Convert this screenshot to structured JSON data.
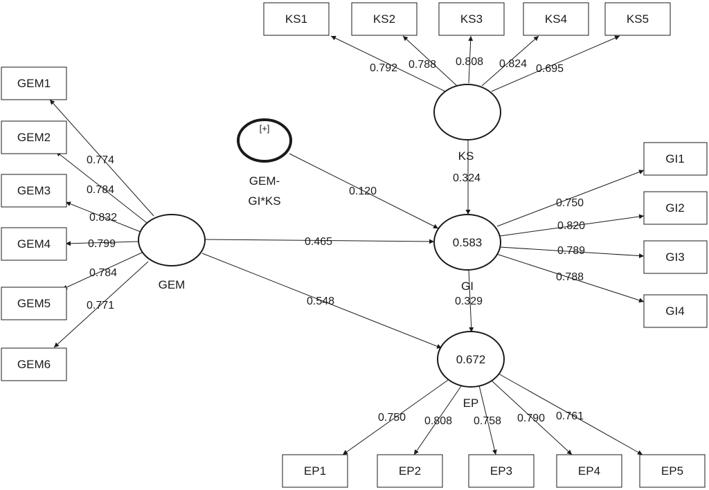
{
  "latent_variables": {
    "KS": {
      "name": "KS",
      "r2": ""
    },
    "GEM": {
      "name": "GEM",
      "r2": ""
    },
    "GI": {
      "name": "GI",
      "r2": "0.583"
    },
    "EP": {
      "name": "EP",
      "r2": "0.672"
    },
    "INT": {
      "name_line1": "GEM-",
      "name_line2": "GI*KS",
      "marker": "[+]"
    }
  },
  "indicators": {
    "KS": [
      {
        "label": "KS1",
        "loading": "0.792"
      },
      {
        "label": "KS2",
        "loading": "0.788"
      },
      {
        "label": "KS3",
        "loading": "0.808"
      },
      {
        "label": "KS4",
        "loading": "0.824"
      },
      {
        "label": "KS5",
        "loading": "0.695"
      }
    ],
    "GEM": [
      {
        "label": "GEM1",
        "loading": "0.774"
      },
      {
        "label": "GEM2",
        "loading": "0.784"
      },
      {
        "label": "GEM3",
        "loading": "0.832"
      },
      {
        "label": "GEM4",
        "loading": "0.799"
      },
      {
        "label": "GEM5",
        "loading": "0.784"
      },
      {
        "label": "GEM6",
        "loading": "0.771"
      }
    ],
    "GI": [
      {
        "label": "GI1",
        "loading": "0.750"
      },
      {
        "label": "GI2",
        "loading": "0.820"
      },
      {
        "label": "GI3",
        "loading": "0.789"
      },
      {
        "label": "GI4",
        "loading": "0.788"
      }
    ],
    "EP": [
      {
        "label": "EP1",
        "loading": "0.750"
      },
      {
        "label": "EP2",
        "loading": "0.808"
      },
      {
        "label": "EP3",
        "loading": "0.758"
      },
      {
        "label": "EP4",
        "loading": "0.790"
      },
      {
        "label": "EP5",
        "loading": "0.761"
      }
    ]
  },
  "paths": {
    "GEM_GI": "0.465",
    "GEM_EP": "0.548",
    "KS_GI": "0.324",
    "INT_GI": "0.120",
    "GI_EP": "0.329"
  }
}
